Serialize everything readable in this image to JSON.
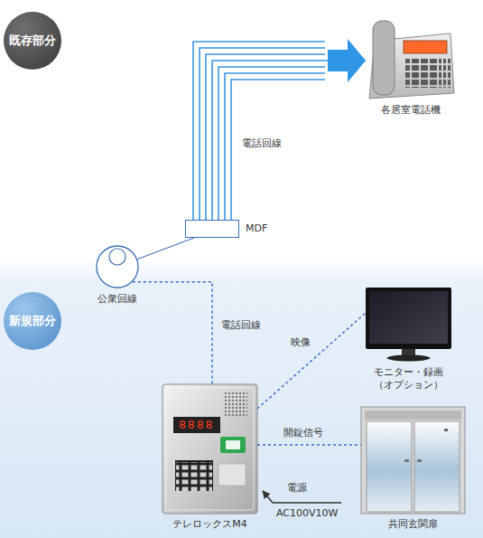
{
  "diagram": {
    "nodes": [
      {
        "text": [
          "既存部分"
        ]
      },
      {
        "text": [
          "各居室電話機"
        ]
      },
      {
        "text": [
          "MDF"
        ]
      },
      {
        "text": [
          "公衆回線"
        ]
      },
      {
        "text": [
          "新規部分"
        ]
      },
      {
        "text": [
          "モニター・録画 （オプション）"
        ]
      },
      {
        "text": [
          "テレロックスM4"
        ]
      },
      {
        "text": [
          "共同玄関扉"
        ]
      }
    ],
    "edges": [
      {
        "from": 2,
        "to": 1,
        "arrow": "to",
        "label": "電話回線"
      },
      {
        "from": 3,
        "to": 2,
        "arrow": "none"
      },
      {
        "from": 3,
        "to": 6,
        "arrow": "none",
        "label": "電話回線"
      },
      {
        "from": 6,
        "to": 5,
        "arrow": "none",
        "label": "映像"
      },
      {
        "from": 6,
        "to": 7,
        "arrow": "none",
        "label": "開錠信号"
      }
    ],
    "labels": [
      "8888",
      "電源",
      "AC100V10W"
    ]
  }
}
